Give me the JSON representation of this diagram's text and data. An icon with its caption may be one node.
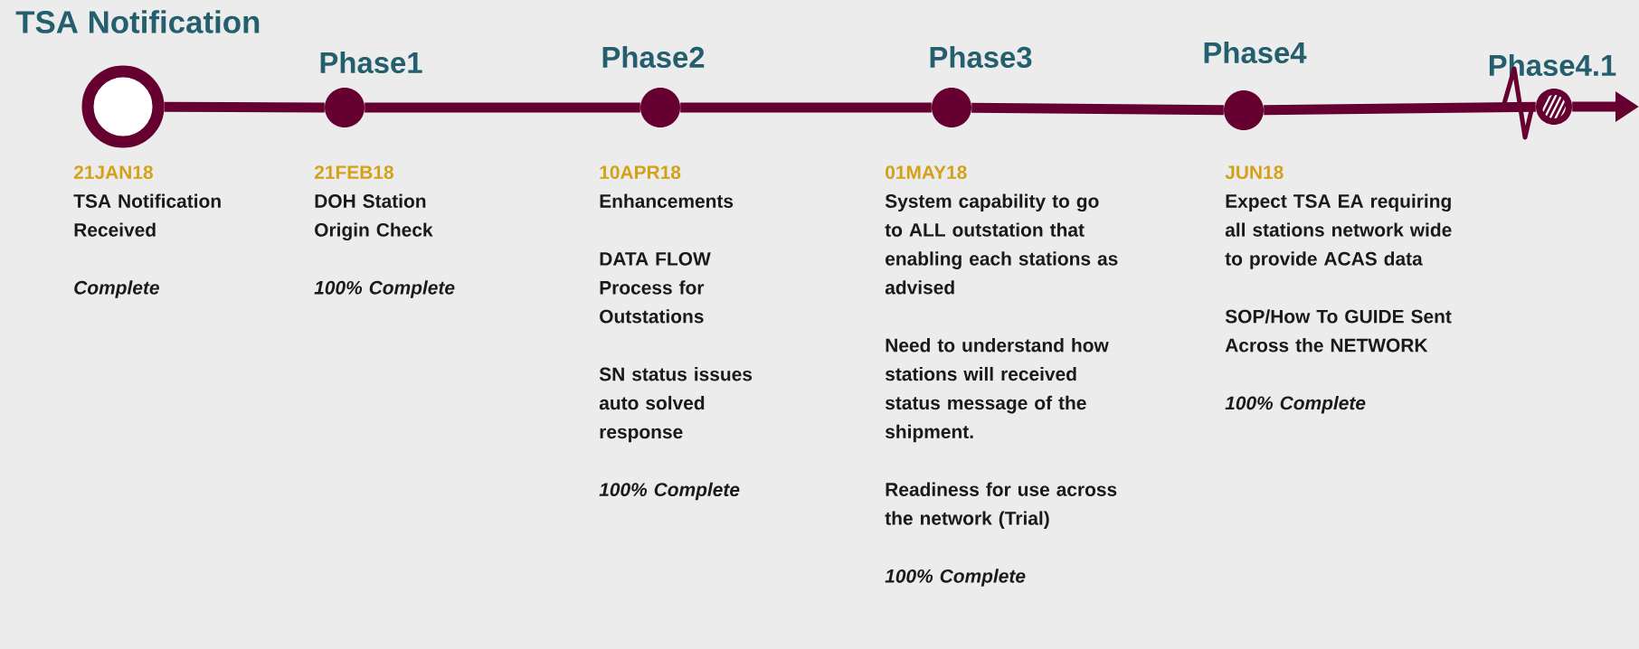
{
  "diagram": {
    "nodes": [
      {
        "text": [
          "TSA Notification"
        ],
        "beside": [
          "21JAN18",
          "TSA Notification Received",
          "Complete"
        ]
      },
      {
        "text": [
          "Phase1"
        ],
        "beside": [
          "21FEB18",
          "DOH Station Origin Check",
          "100% Complete"
        ]
      },
      {
        "text": [
          "Phase2"
        ],
        "beside": [
          "10APR18",
          "Enhancements",
          "DATA FLOW Process for Outstations",
          "SN status issues auto solved response",
          "100% Complete"
        ]
      },
      {
        "text": [
          "Phase3"
        ],
        "beside": [
          "01MAY18",
          "System capability to go to ALL outstation that enabling each stations as advised",
          "Need to understand how stations will received status message of the shipment.",
          "Readiness for use across the network (Trial)",
          "100% Complete"
        ]
      },
      {
        "text": [
          "Phase4"
        ],
        "beside": [
          "JUN18",
          "Expect TSA EA requiring all stations network wide to provide ACAS data",
          "SOP/How To GUIDE Sent Across the NETWORK",
          "100% Complete"
        ]
      },
      {
        "text": [
          "Phase4.1"
        ]
      }
    ],
    "edges": [
      {
        "from": 0,
        "to": 1,
        "arrow": "none"
      },
      {
        "from": 1,
        "to": 2,
        "arrow": "none"
      },
      {
        "from": 2,
        "to": 3,
        "arrow": "none"
      },
      {
        "from": 3,
        "to": 4,
        "arrow": "none"
      },
      {
        "from": 4,
        "to": 5,
        "arrow": "none"
      },
      {
        "from": 5,
        "to": null,
        "arrow": "to"
      }
    ]
  }
}
